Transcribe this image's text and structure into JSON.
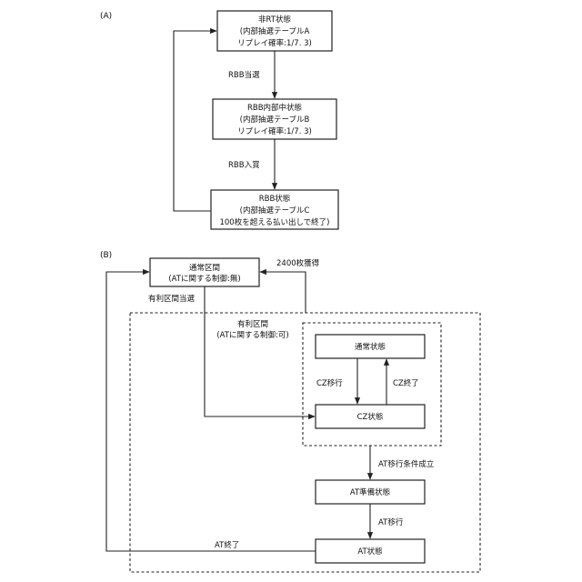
{
  "section_a": {
    "label": "(A)",
    "state_non_rt": {
      "line1": "非RT状態",
      "line2": "(内部抽選テーブルA",
      "line3": "リプレイ確率:1/7. 3)"
    },
    "state_rbb_internal": {
      "line1": "RBB内部中状態",
      "line2": "(内部抽選テーブルB",
      "line3": "リプレイ確率:1/7. 3)"
    },
    "state_rbb": {
      "line1": "RBB状態",
      "line2": "(内部抽選テーブルC",
      "line3": "100枚を超える払い出しで終了)"
    },
    "transition_rbb_win": "RBB当選",
    "transition_rbb_enter": "RBB入賞"
  },
  "section_b": {
    "label": "(B)",
    "normal_section": {
      "line1": "通常区間",
      "line2": "(ATに関する制御:無)"
    },
    "advantage_section": {
      "line1": "有利区間",
      "line2": "(ATに関する制御:可)"
    },
    "state_normal": "通常状態",
    "state_cz": "CZ状態",
    "state_at_prep": "AT準備状態",
    "state_at": "AT状態",
    "transition_advantage_win": "有利区間当選",
    "transition_2400": "2400枚獲得",
    "transition_cz_move": "CZ移行",
    "transition_cz_end": "CZ終了",
    "transition_at_condition": "AT移行条件成立",
    "transition_at_move": "AT移行",
    "transition_at_end": "AT終了"
  }
}
